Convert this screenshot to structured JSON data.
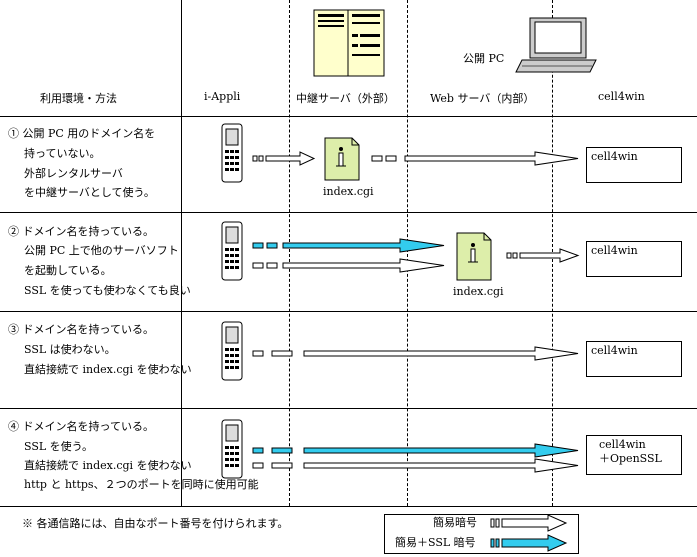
{
  "header": {
    "col_method": "利用環境・方法",
    "col_iappli": "i-Appli",
    "col_relay": "中継サーバ（外部）",
    "col_web": "Web サーバ（内部）",
    "col_cell": "cell4win",
    "public_pc": "公開 PC"
  },
  "rows": [
    {
      "lines": [
        "① 公開 PC 用のドメイン名を",
        "持っていない。",
        "外部レンタルサーバ",
        "を中継サーバとして使う。"
      ],
      "file": "index.cgi",
      "box": [
        "cell4win"
      ]
    },
    {
      "lines": [
        "② ドメイン名を持っている。",
        "公開 PC 上で他のサーバソフト",
        "を起動している。",
        "SSL を使っても使わなくても良い"
      ],
      "file": "index.cgi",
      "box": [
        "cell4win"
      ]
    },
    {
      "lines": [
        "③ ドメイン名を持っている。",
        "SSL は使わない。",
        "直結接続で index.cgi を使わない"
      ],
      "box": [
        "cell4win"
      ]
    },
    {
      "lines": [
        "④ ドメイン名を持っている。",
        "SSL を使う。",
        "直結接続で index.cgi を使わない",
        "http と https、２つのポートを同時に使用可能"
      ],
      "box": [
        "cell4win",
        "＋OpenSSL"
      ]
    }
  ],
  "footnote": "※ 各通信路には、自由なポート番号を付けられます。",
  "legend": {
    "simple": "簡易暗号",
    "ssl": "簡易＋SSL 暗号"
  },
  "colors": {
    "ssl_arrow": "#33ccee",
    "server_fill": "#ffffcc",
    "file_fill": "#ddeeaa"
  }
}
